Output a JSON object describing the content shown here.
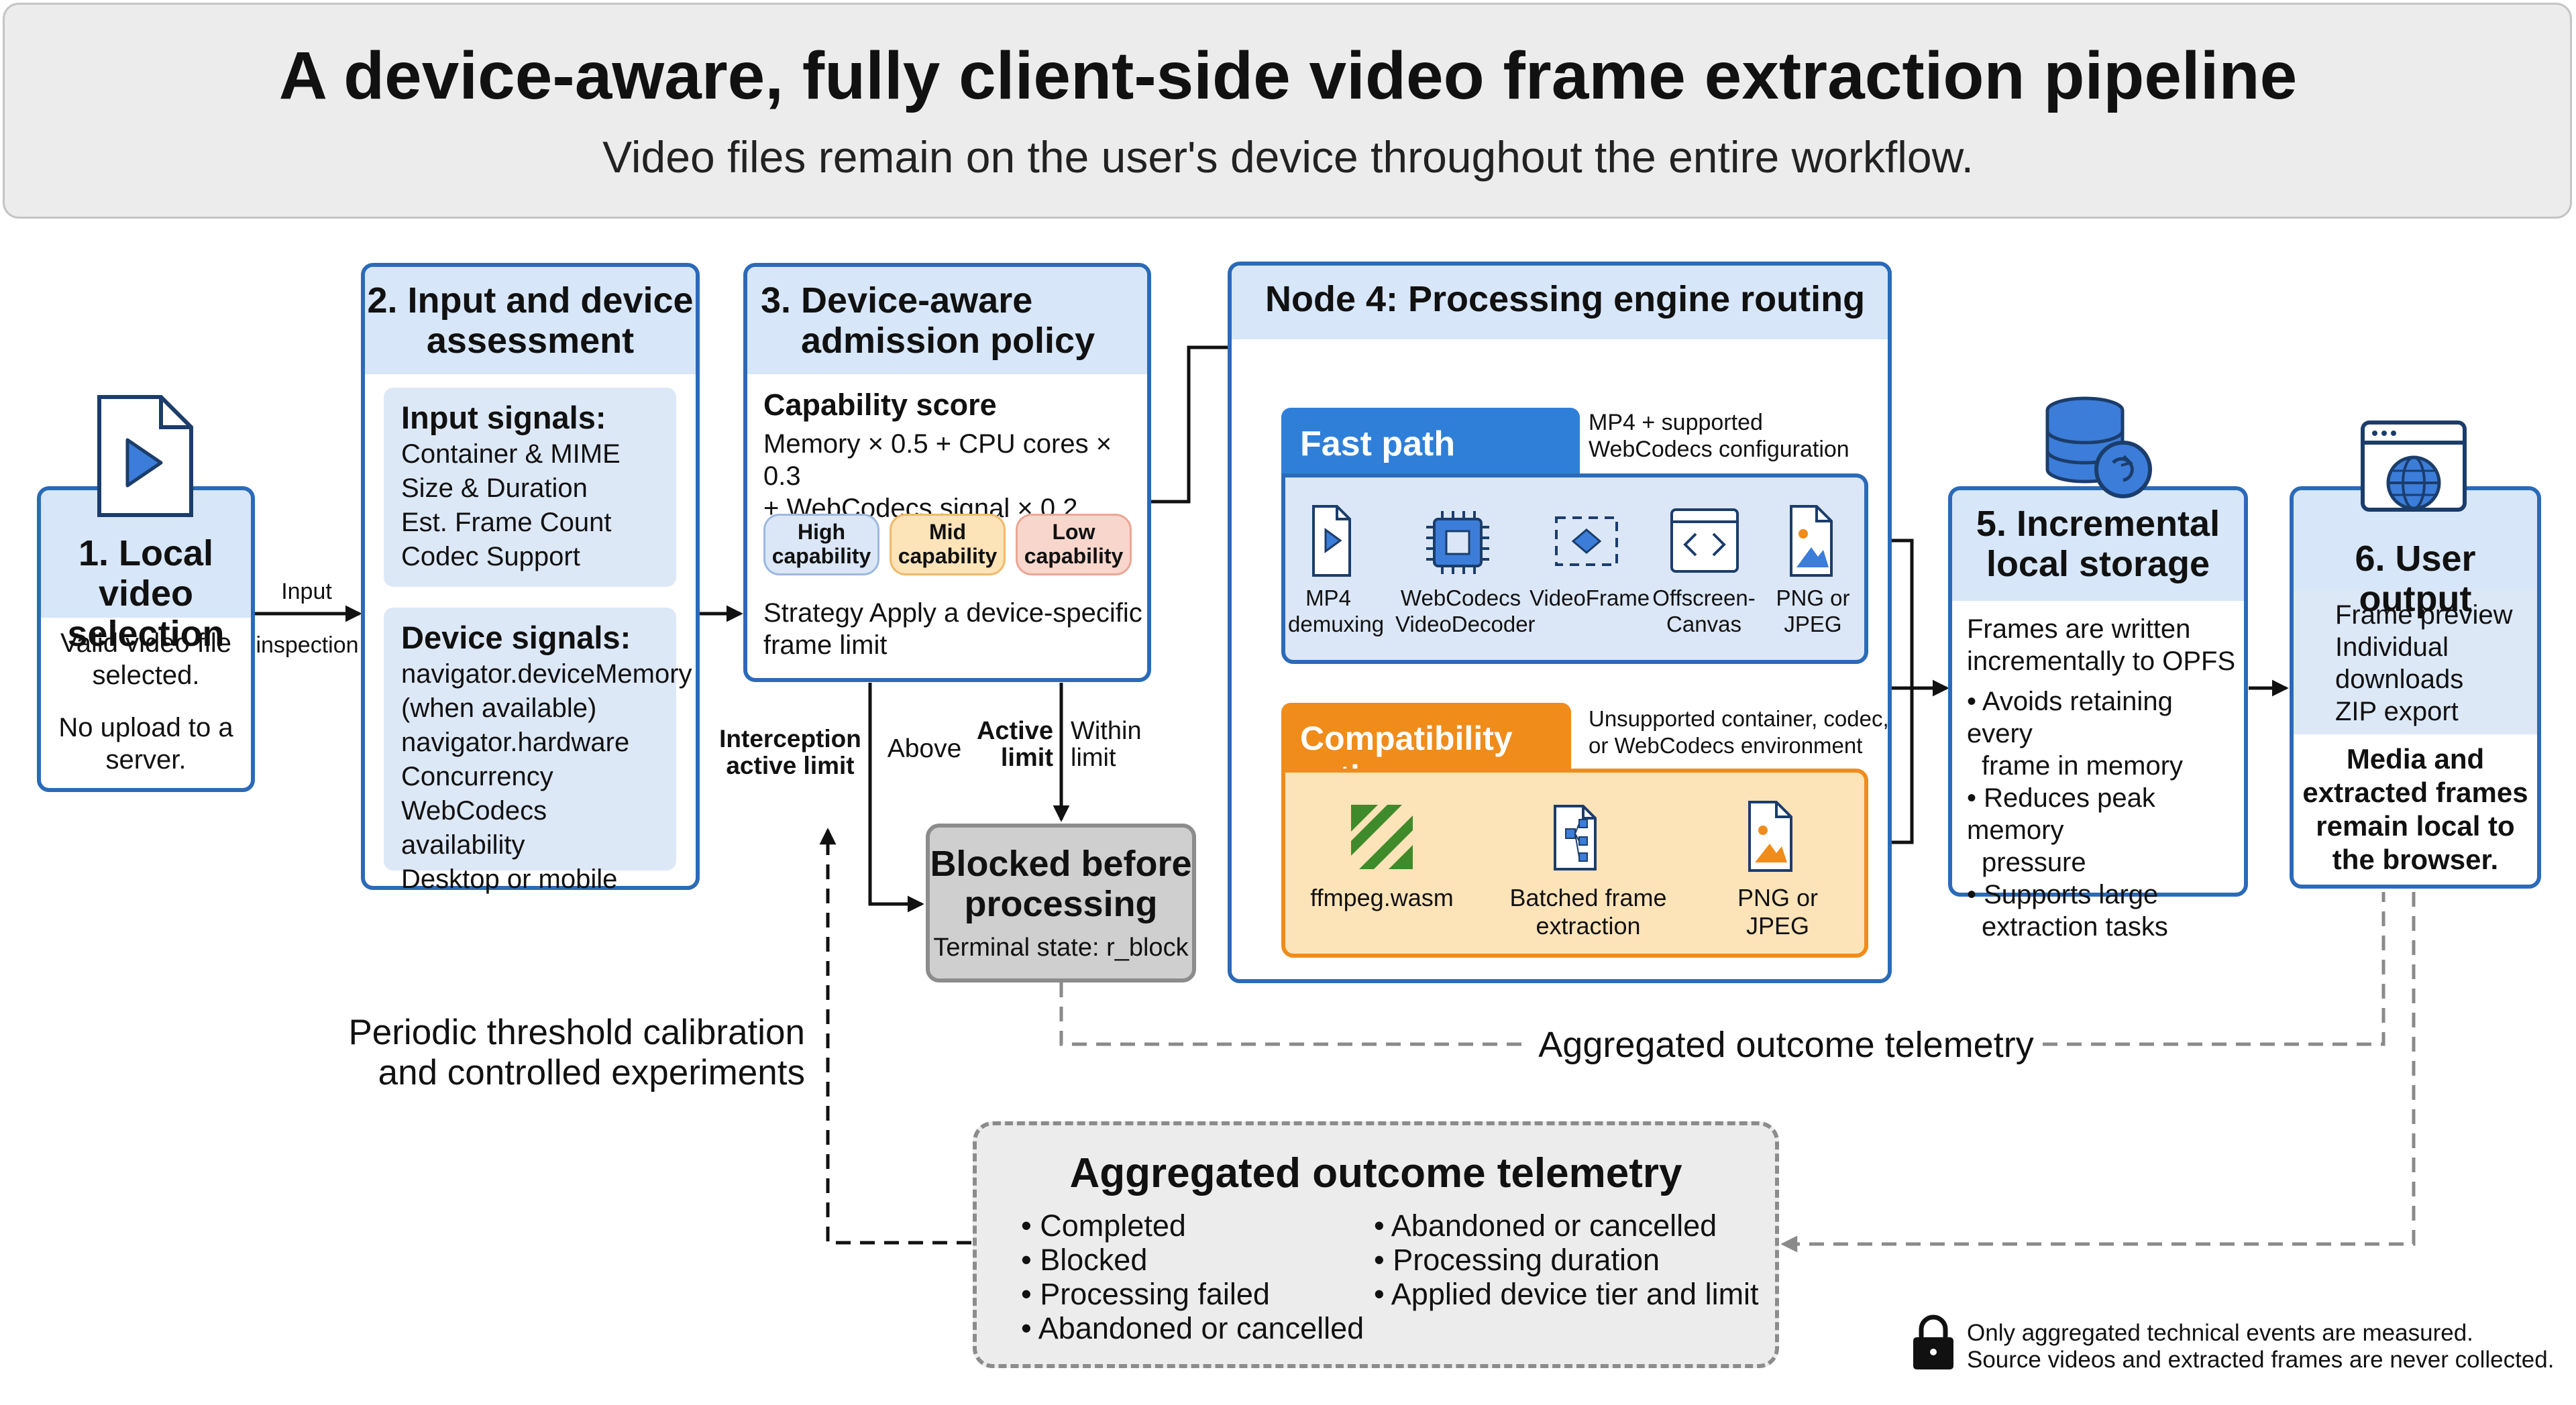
{
  "title": "A device-aware, fully client-side video frame extraction pipeline",
  "subtitle": "Video files remain on the user's device throughout the entire workflow.",
  "nodes": {
    "n1": {
      "title_line1": "1. Local video",
      "title_line2": "selection",
      "desc1": "Valid video file",
      "desc2": "selected.",
      "desc3": "No upload to a",
      "desc4": "server."
    },
    "n2": {
      "title_line1": "2. Input and device",
      "title_line2": "assessment",
      "input_signals_label": "Input signals:",
      "input_signals": [
        "Container & MIME",
        "Size & Duration",
        "Est. Frame Count",
        "Codec Support"
      ],
      "device_signals_label": "Device signals:",
      "device_signals": [
        "navigator.deviceMemory",
        "(when available)",
        "navigator.hardware",
        "Concurrency",
        "WebCodecs availability",
        "Desktop or mobile"
      ]
    },
    "n3": {
      "title_line1": "3. Device-aware",
      "title_line2": "admission policy",
      "score_label": "Capability score",
      "formula_line1": "Memory × 0.5 + CPU cores × 0.3",
      "formula_line2": "+ WebCodecs signal × 0.2",
      "tiers": [
        {
          "line1": "High",
          "line2": "capability"
        },
        {
          "line1": "Mid",
          "line2": "capability"
        },
        {
          "line1": "Low",
          "line2": "capability"
        }
      ],
      "strategy_line1": "Strategy Apply a device-specific",
      "strategy_line2": "frame limit"
    },
    "blocked": {
      "title_line1": "Blocked before",
      "title_line2": "processing",
      "terminal": "Terminal state: r_block"
    },
    "n4": {
      "title": "Node 4: Processing engine routing",
      "fast_label": "Fast path",
      "fast_note_line1": "MP4 + supported",
      "fast_note_line2": "WebCodecs configuration",
      "fast_steps": [
        {
          "line1": "MP4",
          "line2": "demuxing"
        },
        {
          "line1": "WebCodecs",
          "line2": "VideoDecoder"
        },
        {
          "line1": "VideoFrame",
          "line2": ""
        },
        {
          "line1": "Offscreen-",
          "line2": "Canvas"
        },
        {
          "line1": "PNG or",
          "line2": "JPEG"
        }
      ],
      "compat_label": "Compatibility path",
      "compat_note_line1": "Unsupported container, codec,",
      "compat_note_line2": "or WebCodecs environment",
      "compat_steps": [
        {
          "line1": "ffmpeg.wasm",
          "line2": ""
        },
        {
          "line1": "Batched frame",
          "line2": "extraction"
        },
        {
          "line1": "PNG or",
          "line2": "JPEG"
        }
      ]
    },
    "n5": {
      "title_line1": "5. Incremental",
      "title_line2": "local storage",
      "intro_line1": "Frames are written",
      "intro_line2": "incrementally to OPFS",
      "bullets": [
        {
          "line1": "Avoids retaining every",
          "line2": "frame in memory"
        },
        {
          "line1": "Reduces peak memory",
          "line2": "pressure"
        },
        {
          "line1": "Supports large",
          "line2": "extraction tasks"
        }
      ]
    },
    "n6": {
      "title": "6. User output",
      "items": [
        "Frame preview",
        "Individual",
        "downloads",
        "ZIP export"
      ],
      "note_lines": [
        "Media and",
        "extracted frames",
        "remain local to",
        "the browser."
      ]
    },
    "telemetry": {
      "title": "Aggregated outcome telemetry",
      "col1": [
        "Completed",
        "Blocked",
        "Processing failed",
        "Abandoned or cancelled"
      ],
      "col2": [
        "Abandoned or cancelled",
        "Processing duration",
        "Applied device tier and limit"
      ]
    }
  },
  "edges": {
    "input_inspection_line1": "Input",
    "input_inspection_line2": "inspection",
    "interception_line1": "Interception",
    "interception_line2": "active limit",
    "above": "Above",
    "active_limit_line1": "Active",
    "active_limit_line2": "limit",
    "within_line1": "Within",
    "within_line2": "limit",
    "calibration_line1": "Periodic threshold calibration",
    "calibration_line2": "and controlled experiments",
    "telemetry_flow": "Aggregated outcome telemetry"
  },
  "privacy_note_line1": "Only aggregated technical events are measured.",
  "privacy_note_line2": "Source videos and extracted frames are never collected.",
  "colors": {
    "blue": "#2b6ab8",
    "light_blue": "#d7e6f8",
    "orange": "#f08c1a",
    "light_orange": "#fde3b8",
    "gray": "#cfcfcf"
  }
}
